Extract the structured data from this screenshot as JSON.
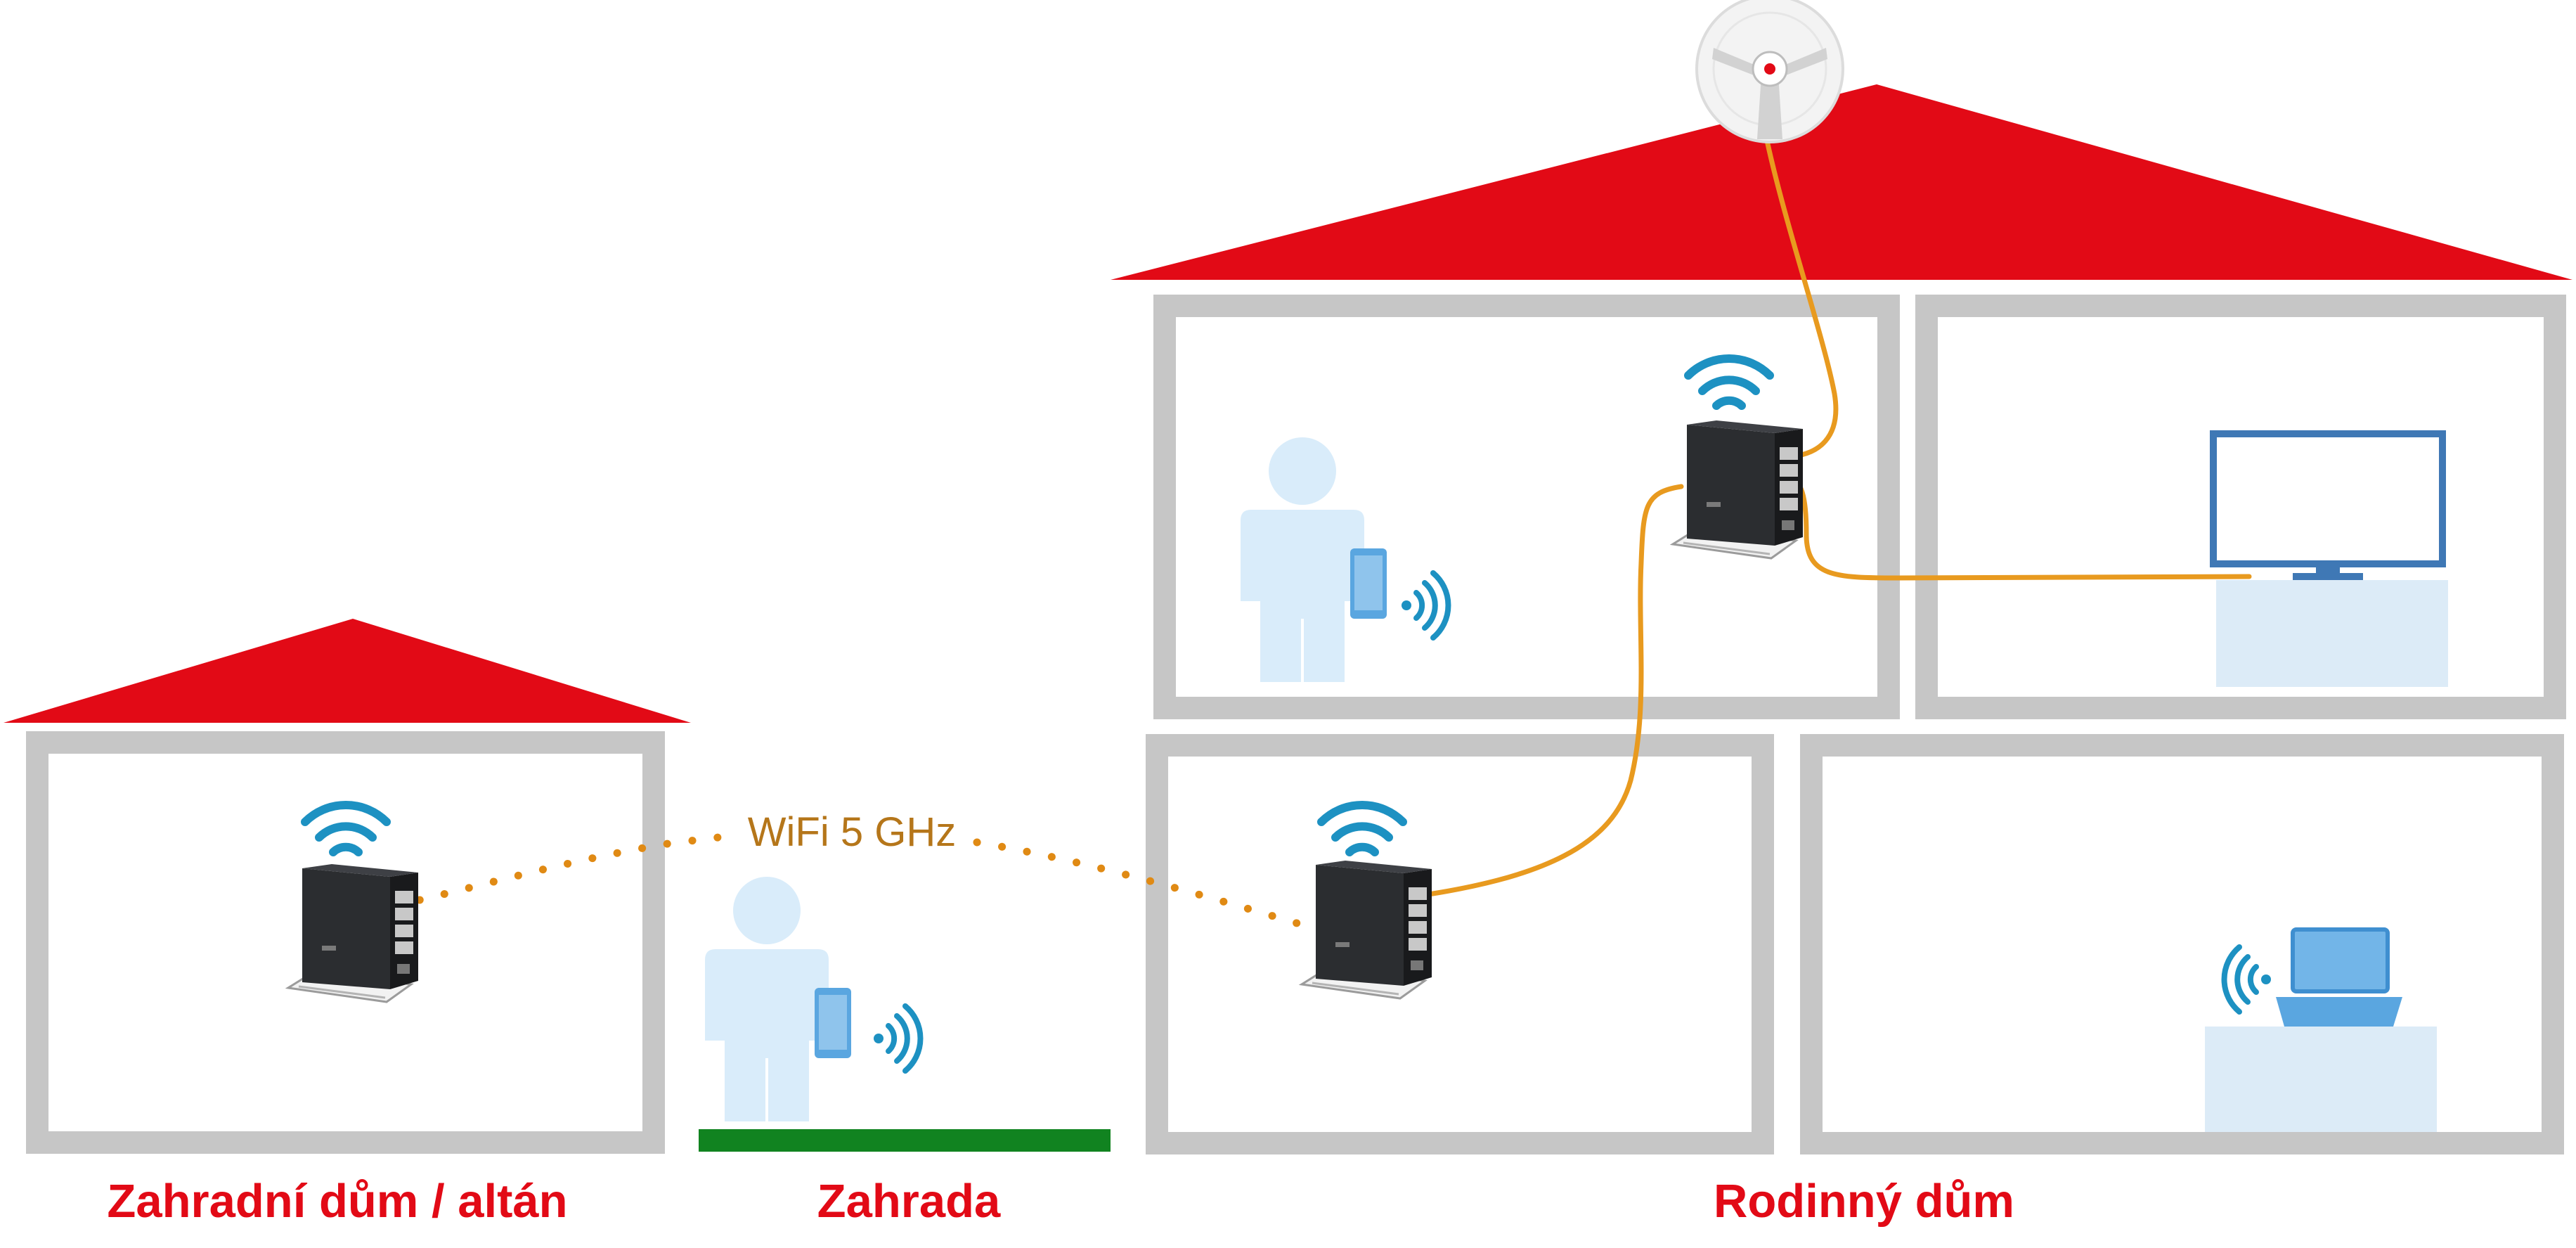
{
  "colors": {
    "roof": "#e20a16",
    "wall": "#c6c6c6",
    "grass": "#118320",
    "cable": "#e89a1f",
    "wifi_link": "#e08a14",
    "wifi_label": "#b5761a",
    "signal": "#1d91c2",
    "person": "#d9ecfa",
    "phone": "#5aa6e0",
    "screen": "#3f78b5",
    "furniture": "#dcebf7",
    "router": "#2b2d30",
    "caption": "#e20a16"
  },
  "labels": {
    "wifi_link": "WiFi 5 GHz",
    "garden_house": "Zahradní dům / altán",
    "garden": "Zahrada",
    "family_house": "Rodinný dům"
  },
  "icons": {
    "outdoor_antenna": "outdoor-wifi-antenna-icon",
    "router": "wireless-router-icon",
    "wifi_signal": "wifi-signal-icon",
    "person": "person-icon",
    "smartphone": "smartphone-icon",
    "tv": "tv-icon",
    "laptop": "laptop-icon"
  }
}
